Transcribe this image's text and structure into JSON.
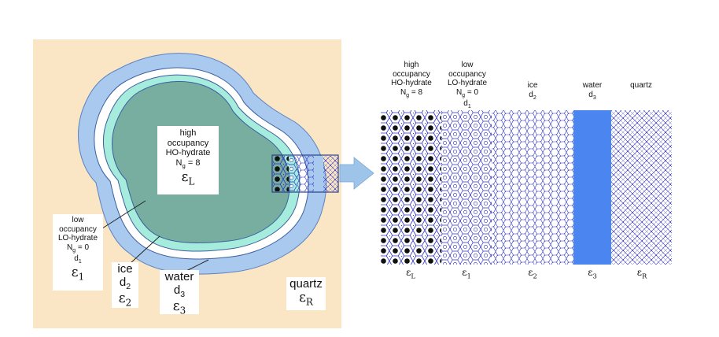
{
  "colors": {
    "quartz_bg": "#fae6c4",
    "water": "#a9c9ef",
    "ice": "#ffffff",
    "lo_hydrate": "#a6ecdc",
    "ho_hydrate": "#77aea0",
    "water_strip": "#4b86f0",
    "lattice": "#2f34c4",
    "arrow": "#9ec4ea"
  },
  "left": {
    "ho": {
      "l1": "high",
      "l2": "occupancy",
      "l3": "HO-hydrate",
      "n": "N",
      "n_sub": "g",
      "n_val": " = 8",
      "eps": "ε",
      "eps_sub": "L"
    },
    "lo": {
      "l1": "low",
      "l2": "occupancy",
      "l3": "LO-hydrate",
      "n": "N",
      "n_sub": "g",
      "n_val": " = 0",
      "d": "d",
      "d_sub": "1",
      "eps": "ε",
      "eps_sub": "1"
    },
    "ice": {
      "name": "ice",
      "d": "d",
      "d_sub": "2",
      "eps": "ε",
      "eps_sub": "2"
    },
    "water": {
      "name": "water",
      "d": "d",
      "d_sub": "3",
      "eps": "ε",
      "eps_sub": "3"
    },
    "quartz": {
      "name": "quartz",
      "eps": "ε",
      "eps_sub": "R"
    }
  },
  "right": {
    "ho": {
      "l1": "high",
      "l2": "occupancy",
      "l3": "HO-hydrate",
      "n": "N",
      "n_sub": "g",
      "n_val": " = 8",
      "eps": "ε",
      "eps_sub": "L"
    },
    "lo": {
      "l1": "low",
      "l2": "occupancy",
      "l3": "LO-hydrate",
      "n": "N",
      "n_sub": "g",
      "n_val": " = 0",
      "d": "d",
      "d_sub": "1",
      "eps": "ε",
      "eps_sub": "1"
    },
    "ice": {
      "name": "ice",
      "d": "d",
      "d_sub": "2",
      "eps": "ε",
      "eps_sub": "2"
    },
    "water": {
      "name": "water",
      "d": "d",
      "d_sub": "3",
      "eps": "ε",
      "eps_sub": "3"
    },
    "quartz": {
      "name": "quartz",
      "eps": "ε",
      "eps_sub": "R"
    }
  }
}
